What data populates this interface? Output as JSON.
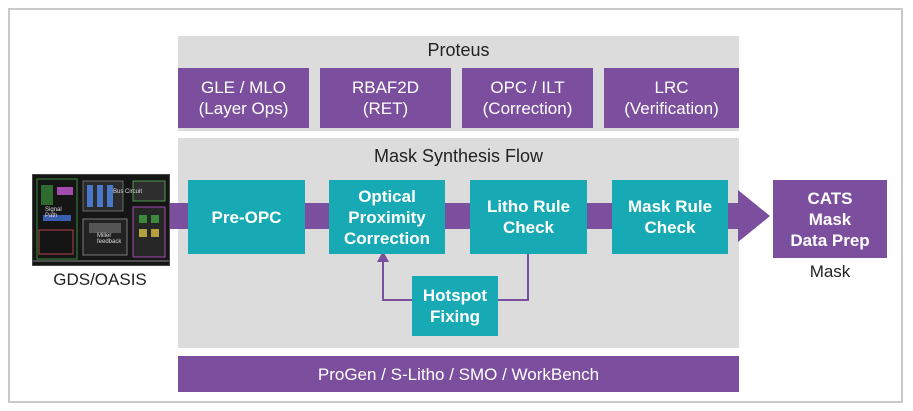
{
  "proteus": {
    "title": "Proteus",
    "boxes": [
      {
        "line1": "GLE / MLO",
        "line2": "(Layer Ops)"
      },
      {
        "line1": "RBAF2D",
        "line2": "(RET)"
      },
      {
        "line1": "OPC / ILT",
        "line2": "(Correction)"
      },
      {
        "line1": "LRC",
        "line2": "(Verification)"
      }
    ]
  },
  "flow": {
    "title": "Mask Synthesis Flow",
    "steps": [
      "Pre-OPC",
      "Optical Proximity Correction",
      "Litho Rule Check",
      "Mask Rule Check"
    ],
    "hotspot": "Hotspot Fixing"
  },
  "input": {
    "caption": "GDS/OASIS",
    "chip_labels": [
      "Signal Path",
      "Bus Circuit",
      "Miller feedback"
    ]
  },
  "output": {
    "lines": [
      "CATS",
      "Mask",
      "Data Prep"
    ],
    "caption": "Mask"
  },
  "bottom_bar": "ProGen / S-Litho / SMO / WorkBench",
  "colors": {
    "purple": "#7b4f9d",
    "teal": "#17aab5",
    "gray": "#dcdcdc",
    "border": "#c9c9c9"
  }
}
